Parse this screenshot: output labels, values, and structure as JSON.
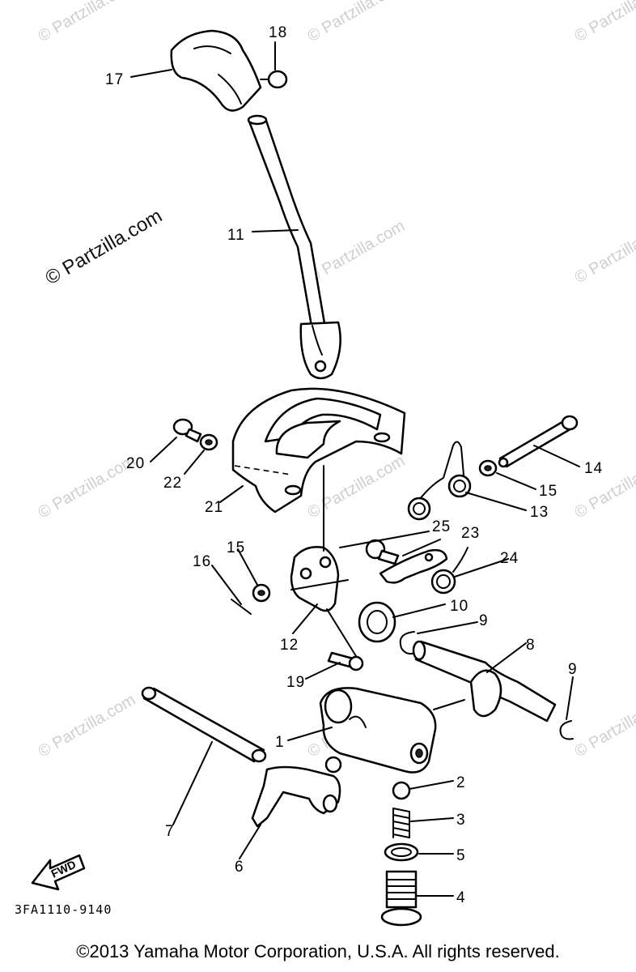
{
  "watermark": "© Partzilla.com",
  "diagram_code": "3FA1110-9140",
  "fwd_label": "FWD",
  "copyright": "©2013 Yamaha Motor Corporation, U.S.A. All rights reserved.",
  "callouts": {
    "c17": "17",
    "c18": "18",
    "c11": "11",
    "c20": "20",
    "c22": "22",
    "c21": "21",
    "c14": "14",
    "c15a": "15",
    "c13": "13",
    "c25": "25",
    "c23": "23",
    "c24": "24",
    "c16": "16",
    "c15b": "15",
    "c10": "10",
    "c9a": "9",
    "c12": "12",
    "c8": "8",
    "c19": "19",
    "c9b": "9",
    "c1": "1",
    "c2": "2",
    "c3": "3",
    "c7": "7",
    "c5": "5",
    "c6": "6",
    "c4": "4"
  }
}
